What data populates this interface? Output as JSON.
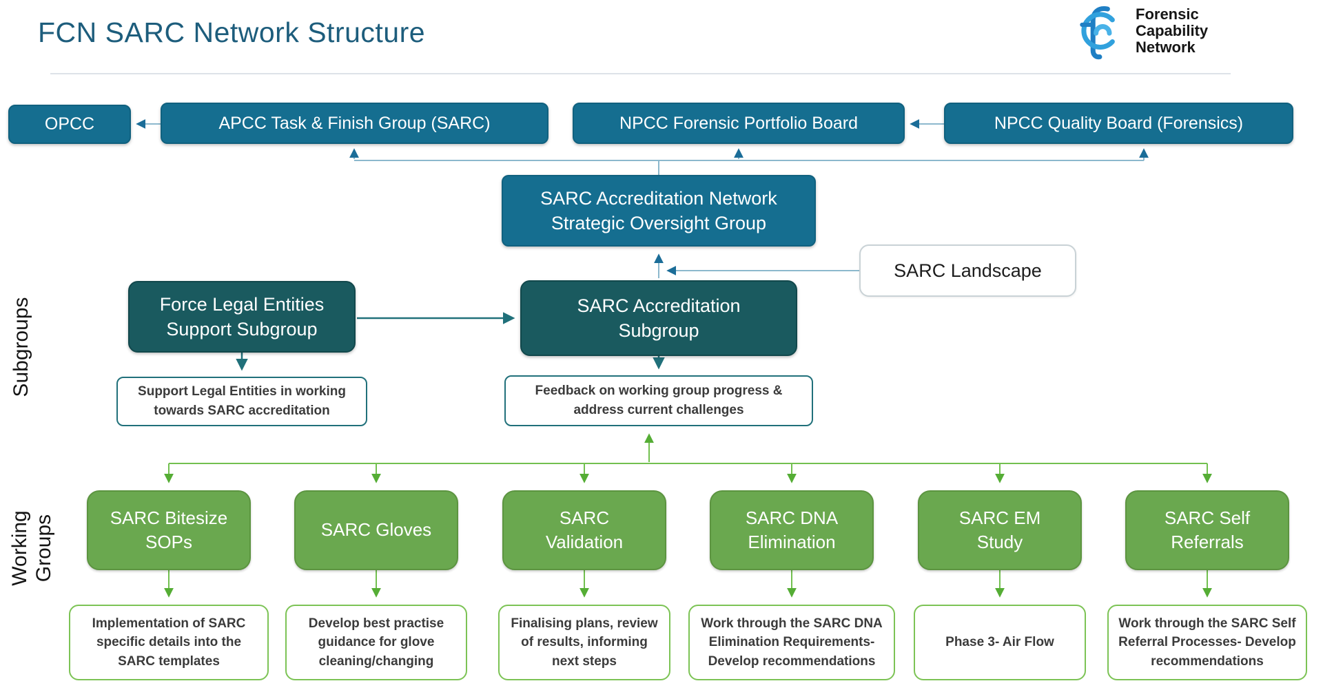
{
  "title": "FCN SARC Network Structure",
  "logo": {
    "lines": [
      "Forensic",
      "Capability",
      "Network"
    ]
  },
  "side_labels": {
    "subgroups": "Subgroups",
    "working_groups": [
      "Working",
      "Groups"
    ]
  },
  "governance_row": {
    "opcc": "OPCC",
    "apcc": "APCC Task & Finish Group (SARC)",
    "npcc_forensic": "NPCC Forensic Portfolio Board",
    "npcc_quality": "NPCC Quality Board (Forensics)"
  },
  "oversight_group": {
    "lines": [
      "SARC Accreditation Network",
      "Strategic Oversight  Group"
    ]
  },
  "sarc_landscape": "SARC Landscape",
  "subgroup_row": {
    "force_legal": {
      "lines": [
        "Force Legal Entities",
        "Support Subgroup"
      ],
      "note": "Support Legal Entities in working towards SARC accreditation"
    },
    "sarc_accreditation": {
      "lines": [
        "SARC Accreditation",
        "Subgroup"
      ],
      "note": "Feedback on working group progress & address current challenges"
    }
  },
  "working_groups": [
    {
      "lines": [
        "SARC Bitesize",
        "SOPs"
      ],
      "note": "Implementation of SARC specific details into the SARC templates"
    },
    {
      "lines": [
        "SARC Gloves"
      ],
      "note": "Develop best practise guidance for glove cleaning/changing"
    },
    {
      "lines": [
        "SARC",
        "Validation"
      ],
      "note": "Finalising plans, review of results, informing next steps"
    },
    {
      "lines": [
        "SARC DNA",
        "Elimination"
      ],
      "note": "Work through the SARC DNA Elimination Requirements- Develop recommendations"
    },
    {
      "lines": [
        "SARC EM",
        "Study"
      ],
      "note": "Phase 3- Air Flow"
    },
    {
      "lines": [
        "SARC Self",
        "Referrals"
      ],
      "note": "Work through the SARC Self Referral Processes- Develop recommendations"
    }
  ],
  "colors": {
    "title": "#1d5d7c",
    "governance_fill": "#156e90",
    "subgroup_fill": "#1a5a5f",
    "working_group_fill": "#6aa84f",
    "blue_connector_line": "#8cb8cd",
    "blue_connector_arrow": "#1b6d98",
    "teal_connector": "#20707a",
    "green_connector": "#72c04f",
    "logo_blue": "#2d9fd9"
  }
}
